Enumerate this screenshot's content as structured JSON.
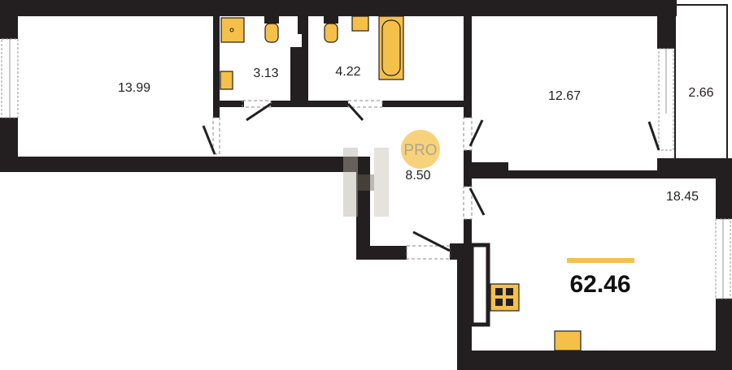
{
  "plan": {
    "rooms": [
      {
        "id": "bedroom-left",
        "area": "13.99"
      },
      {
        "id": "bathroom-small",
        "area": "3.13"
      },
      {
        "id": "bathroom-large",
        "area": "4.22"
      },
      {
        "id": "bedroom-right",
        "area": "12.67"
      },
      {
        "id": "balcony",
        "area": "2.66"
      },
      {
        "id": "hallway",
        "area": "8.50"
      },
      {
        "id": "kitchen-living",
        "area": "18.45"
      }
    ],
    "total_area": "62.46",
    "badge": "PRO",
    "colors": {
      "wall": "#231f20",
      "fixture": "#f5c04a",
      "badge": "#f8d27a",
      "accent_bar": "#f5c04a"
    }
  }
}
